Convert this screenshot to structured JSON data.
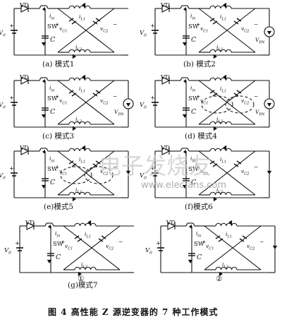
{
  "circuit_labels": {
    "diode": "VD",
    "source": "V",
    "source_sub": "0",
    "switch": "SW",
    "capacitor": "C",
    "i_in": "i",
    "i_in_sub": "in",
    "i_l1": "i",
    "i_l1_sub": "L1",
    "i_l2": "i",
    "i_l2_sub": "L2",
    "v_c1": "v",
    "v_c1_sub": "C1",
    "v_c2": "v",
    "v_c2_sub": "C2",
    "v_pn": "V",
    "v_pn_sub": "PN",
    "plus": "+",
    "minus": "−"
  },
  "panels": [
    {
      "id": "a",
      "caption": "(a) 模式1"
    },
    {
      "id": "b",
      "caption": "(b) 模式2"
    },
    {
      "id": "c",
      "caption": "(c) 模式3"
    },
    {
      "id": "d",
      "caption": "(d) 模式4"
    },
    {
      "id": "e",
      "caption": "(e)模式5"
    },
    {
      "id": "f",
      "caption": "(f)模式6"
    },
    {
      "id": "g1",
      "caption": "①"
    },
    {
      "id": "g2",
      "caption": "②"
    }
  ],
  "group_caption": "(g)模式7",
  "figure_caption": "图 4   高性能 Z 源逆变器的 7 种工作模式",
  "watermark": {
    "text": "电子发烧友",
    "url": "www.elecfans.com"
  }
}
